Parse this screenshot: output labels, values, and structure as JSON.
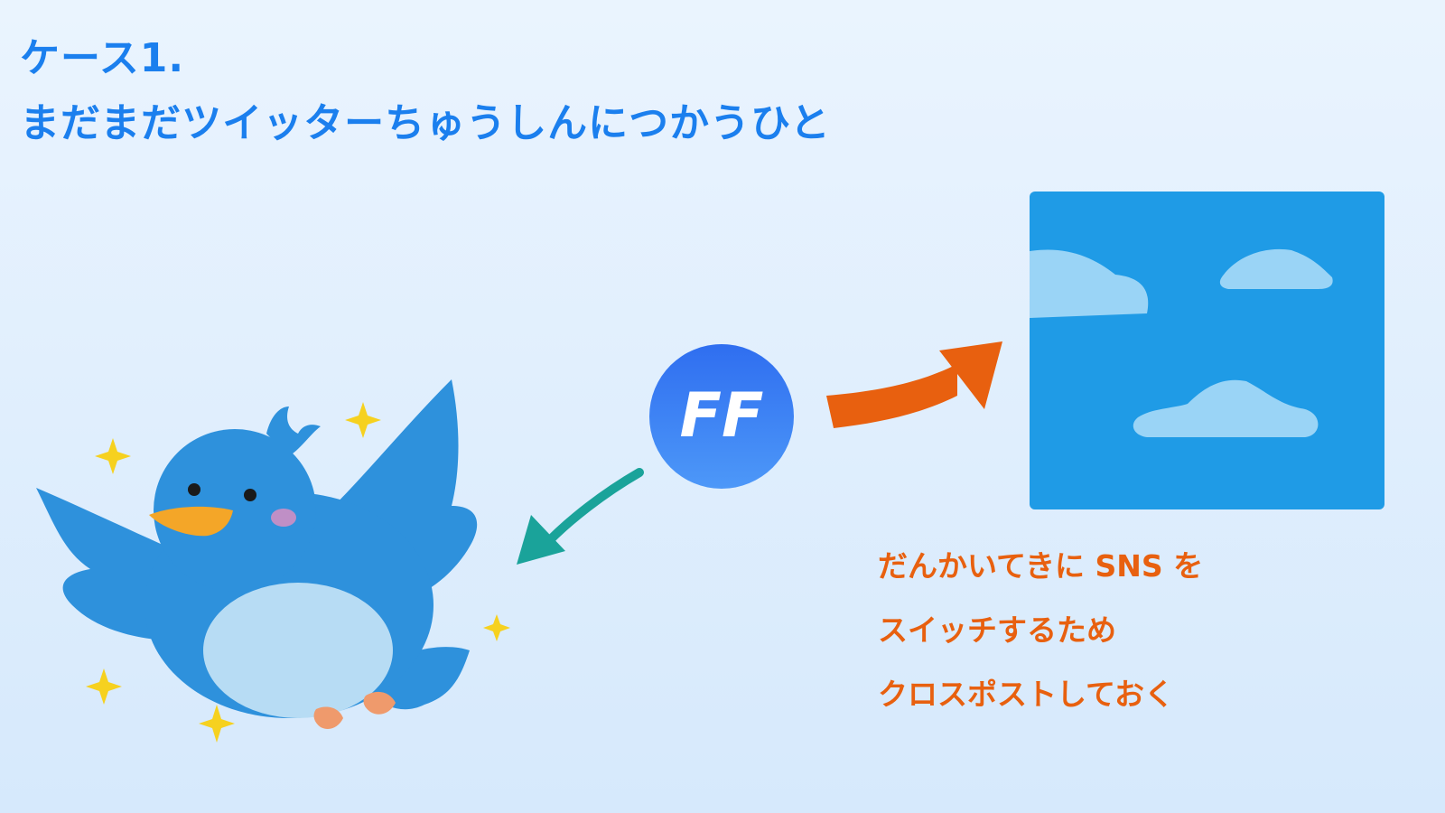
{
  "title": {
    "line1": "ケース1.",
    "line2": "まだまだツイッターちゅうしんにつかうひと"
  },
  "logo": {
    "text": "FF",
    "colors": [
      "#2f6ef0",
      "#4d98f8"
    ]
  },
  "description": {
    "lines": [
      "だんかいてきに SNS を",
      "スイッチするため",
      "クロスポストしておく"
    ]
  },
  "icons": {
    "bird": "bluebird-illustration",
    "sky": "sky-with-clouds-illustration",
    "arrow_left": "green-arrow-down-left",
    "arrow_right": "orange-arrow-up-right",
    "sparkles": "sparkle-stars"
  },
  "colors": {
    "title": "#1b7fee",
    "description": "#e8600f",
    "arrow_green": "#1aa39a",
    "arrow_orange": "#e8600f",
    "sky": "#1f9be6",
    "cloud": "#9ad4f6",
    "bird_body": "#2e91dc",
    "bird_belly": "#b7dcf4",
    "beak": "#f4a628",
    "sparkle": "#f6d11f",
    "background": "#e3effd"
  }
}
